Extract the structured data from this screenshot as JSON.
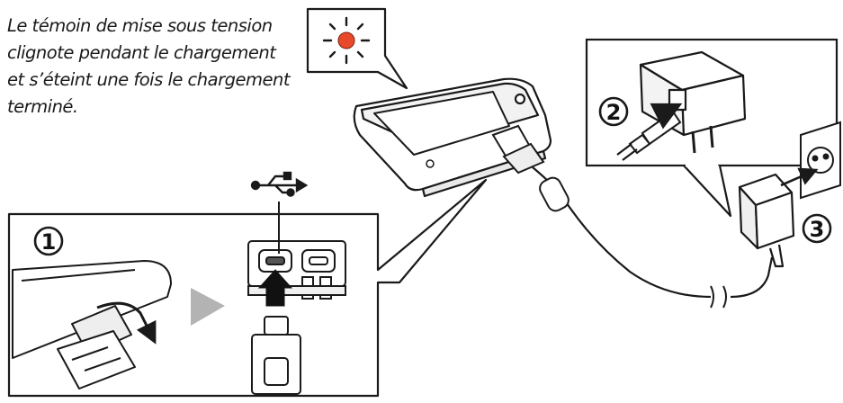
{
  "caption": {
    "lines": [
      "Le témoin de mise sous tension",
      "clignote pendant le chargement",
      "et s’éteint une fois le chargement",
      "terminé."
    ]
  },
  "steps": {
    "step1": "1",
    "step2": "2",
    "step3": "3"
  },
  "colors": {
    "indicator_lamp": "#e8492a",
    "arrow_gray": "#b3b3b3",
    "line": "#1a1a1a"
  },
  "icons": {
    "usb_symbol": "usb-icon",
    "indicator": "blinking-lamp-icon"
  }
}
